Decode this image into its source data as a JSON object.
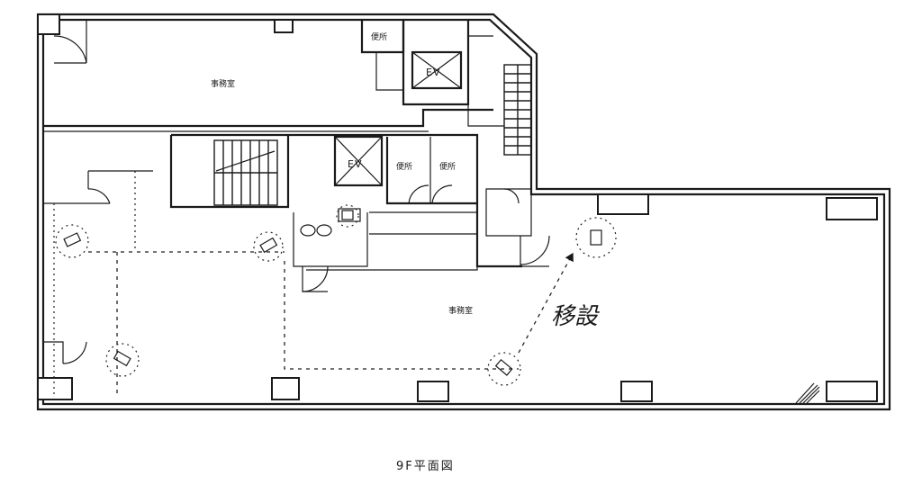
{
  "rooms": {
    "office_upper": "事務室",
    "office_main": "事務室",
    "toilet_upper": "便所",
    "toilet_mid_1": "便所",
    "toilet_mid_2": "便所"
  },
  "elevators": {
    "ev_upper": "EV",
    "ev_middle": "EV"
  },
  "annotation": {
    "relocation_note": "移設"
  },
  "caption": "9F平面図"
}
